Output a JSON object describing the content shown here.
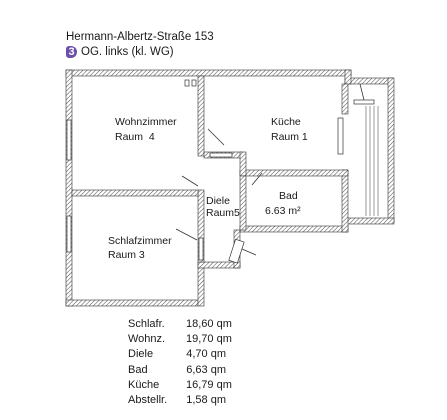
{
  "header": {
    "address": "Hermann-Albertz-Straße 153",
    "floor_badge": "3",
    "floor_label": "OG. links (kl. WG)"
  },
  "rooms": {
    "wohnzimmer": {
      "name": "Wohnzimmer",
      "number": "Raum  4"
    },
    "kueche": {
      "name": "Küche",
      "number": "Raum 1"
    },
    "diele": {
      "name": "Diele",
      "number": "Raum5"
    },
    "bad": {
      "name": "Bad",
      "area": "6.63 m²"
    },
    "schlafzimmer": {
      "name": "Schlafzimmer",
      "number": "Raum 3"
    }
  },
  "area_list": [
    {
      "label": "Schlafr.",
      "value": "18,60 qm"
    },
    {
      "label": "Wohnz.",
      "value": "19,70 qm"
    },
    {
      "label": "Diele",
      "value": "4,70 qm"
    },
    {
      "label": "Bad",
      "value": "6,63 qm"
    },
    {
      "label": "Küche",
      "value": "16,79 qm"
    },
    {
      "label": "Abstellr.",
      "value": "1,58 qm"
    }
  ],
  "colors": {
    "wall_hatch": "#555555",
    "badge": "#6b4fa8"
  }
}
